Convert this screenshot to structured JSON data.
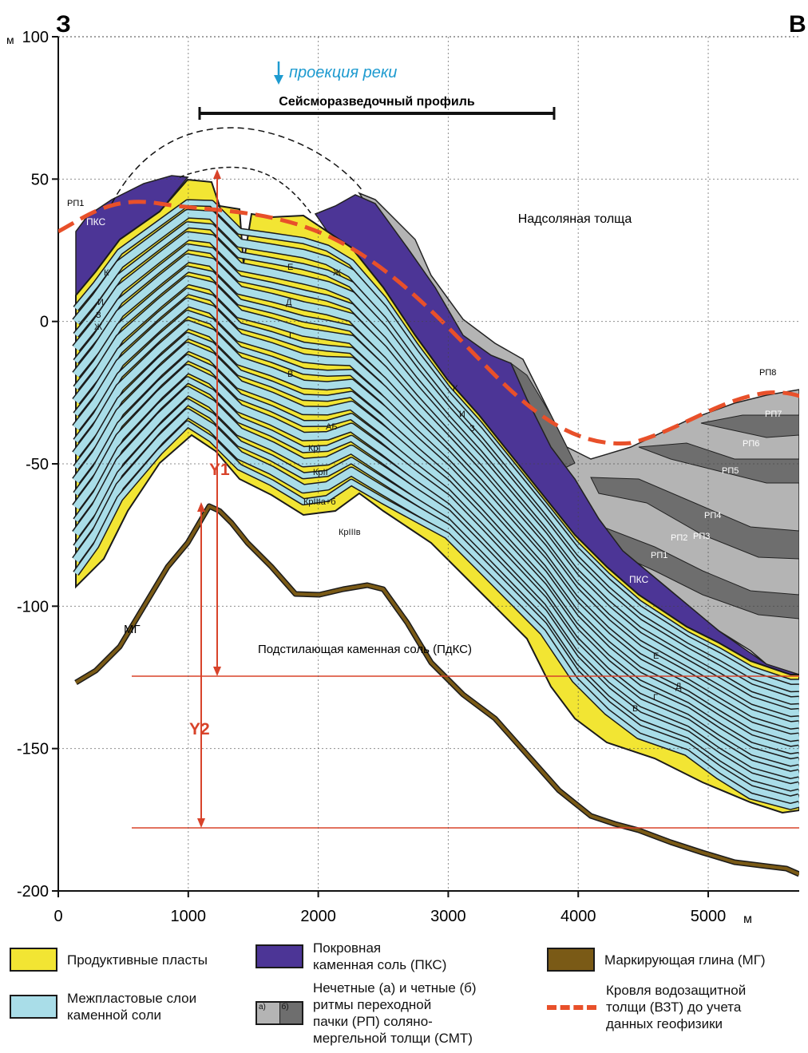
{
  "compass": {
    "west": "З",
    "east": "В"
  },
  "axes": {
    "y_unit": "м",
    "y_ticks": [
      "100",
      "50",
      "0",
      "-50",
      "-100",
      "-150",
      "-200"
    ],
    "y_values": [
      100,
      50,
      0,
      -50,
      -100,
      -150,
      -200
    ],
    "x_ticks": [
      "0",
      "1000",
      "2000",
      "3000",
      "4000",
      "5000"
    ],
    "x_values": [
      0,
      1000,
      2000,
      3000,
      4000,
      5000
    ],
    "x_unit": "м",
    "x_range": [
      0,
      5700
    ],
    "y_range": [
      -200,
      100
    ]
  },
  "annotations": {
    "river": "проекция реки",
    "seismic": "Сейсморазведочный профиль",
    "suprasalt": "Надсоляная толща",
    "underlying": "Подстилающая каменная соль (ПдКС)",
    "y1": "Y1",
    "y2": "Y2",
    "mg": "МГ",
    "pks_left": "ПКС",
    "pks_right": "ПКС",
    "rp1_top": "РП1",
    "rp8": "РП8",
    "layers_left": [
      "К",
      "И",
      "З",
      "Ж"
    ],
    "layers_mid": [
      "Е",
      "Ж",
      "Д",
      "Г",
      "В",
      "АБ",
      "КрI",
      "КрII",
      "КрIIIа+б",
      "КрIIIв"
    ],
    "layers_right": [
      "К",
      "И",
      "З"
    ],
    "layers_bottom": [
      "Е",
      "Д",
      "Г",
      "В"
    ],
    "rp_right": [
      "РП7",
      "РП6",
      "РП5",
      "РП4",
      "РП3",
      "РП2",
      "РП1"
    ]
  },
  "colors": {
    "productive": "#f2e533",
    "interlayer": "#a9dde8",
    "cover_salt": "#4c3596",
    "marker_clay": "#7a5a16",
    "odd_rp": "#b4b4b4",
    "even_rp": "#6e6e6e",
    "vzt_line": "#e8502a",
    "guides": "#d8432a"
  },
  "legend": {
    "productive": "Продуктивные пласты",
    "interlayer": "Межпластовые слои\nкаменной соли",
    "cover_salt": "Покровная\nкаменная соль (ПКС)",
    "rp": "Нечетные (а) и четные (б)\nритмы переходной\nпачки (РП) соляно-\nмергельной толщи (СМТ)",
    "rp_a": "а)",
    "rp_b": "б)",
    "marker_clay": "Маркирующая глина (МГ)",
    "vzt": "Кровля водозащитной\nтолщи (ВЗТ) до учета\nданных геофизики"
  }
}
